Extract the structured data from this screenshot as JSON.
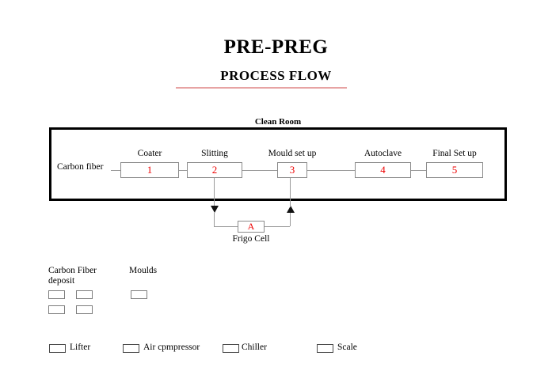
{
  "title": {
    "main": "PRE-PREG",
    "sub": "PROCESS FLOW",
    "underline_color": "#e7a3a3"
  },
  "colors": {
    "number": "#ee0000",
    "box_border": "#8a8a8a",
    "connector": "#9a9a9a",
    "cleanroom_border": "#000000"
  },
  "cleanroom": {
    "label": "Clean Room",
    "source_label": "Carbon fiber",
    "steps": [
      {
        "label": "Coater",
        "number": "1"
      },
      {
        "label": "Slitting",
        "number": "2"
      },
      {
        "label": "Mould set up",
        "number": "3"
      },
      {
        "label": "Autoclave",
        "number": "4"
      },
      {
        "label": "Final Set up",
        "number": "5"
      }
    ]
  },
  "frigo": {
    "number": "A",
    "label": "Frigo Cell"
  },
  "storage": {
    "carbon_fiber": {
      "line1": "Carbon Fiber",
      "line2": "deposit",
      "slots": 4
    },
    "moulds": {
      "line1": "Moulds",
      "slots": 1
    }
  },
  "legend": {
    "items": [
      {
        "label": "Lifter"
      },
      {
        "label": "Air cpmpressor"
      },
      {
        "label": "Chiller"
      },
      {
        "label": "Scale"
      }
    ]
  }
}
